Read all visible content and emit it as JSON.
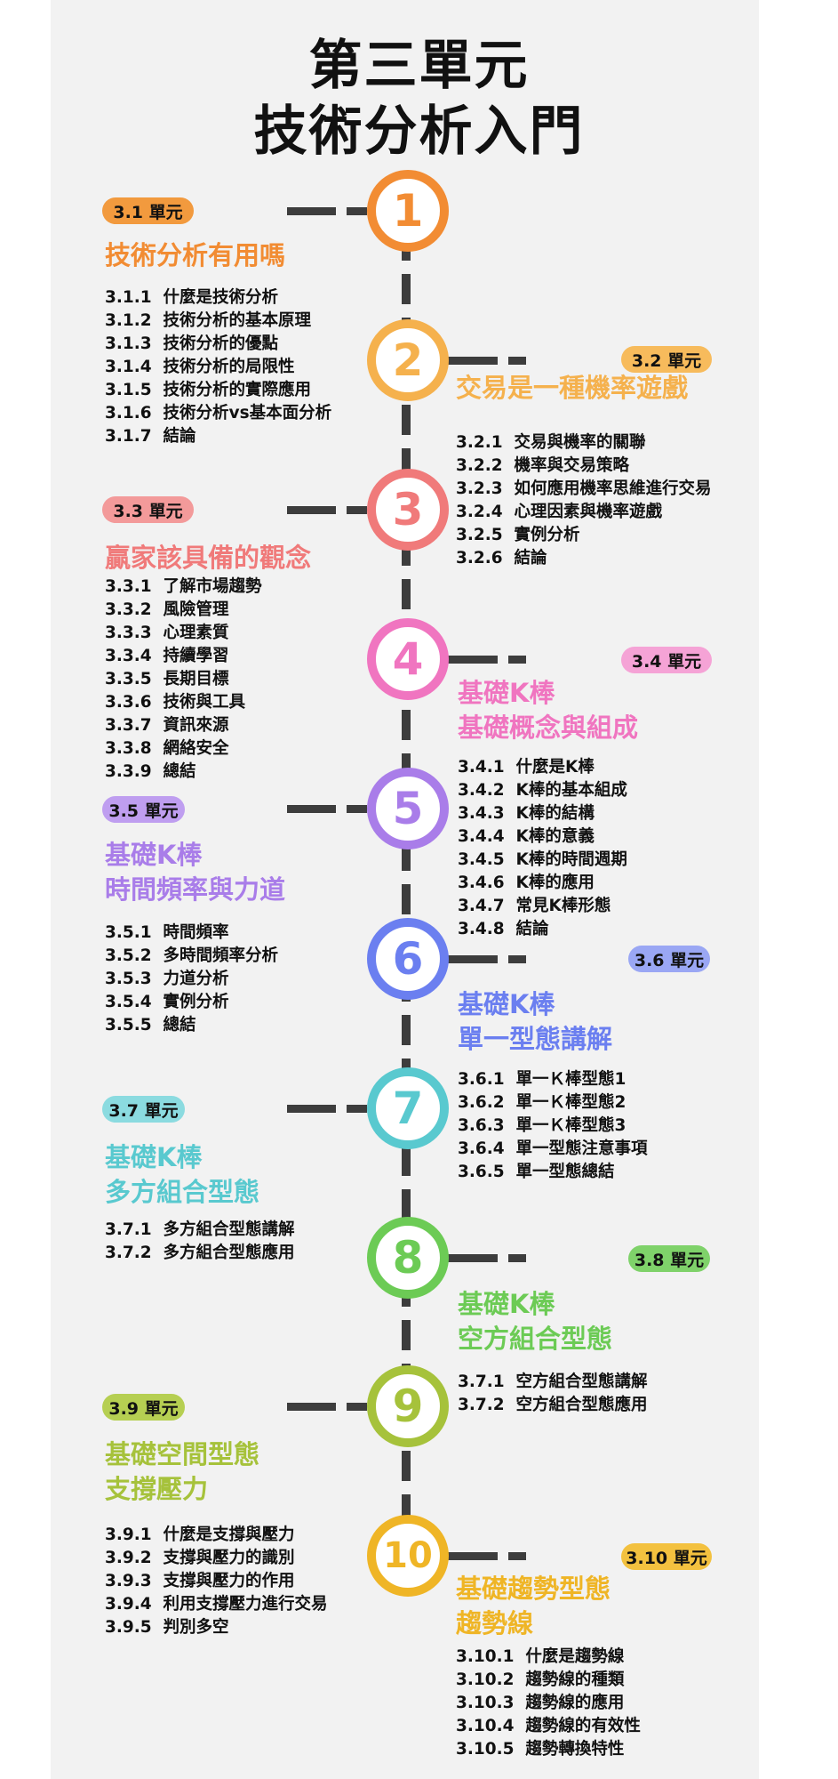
{
  "title_line1": "第三單元",
  "title_line2": "技術分析入門",
  "units": [
    {
      "number": "1",
      "badge": "3.1 單元",
      "heading": [
        "技術分析有用嗎"
      ],
      "color": "#f28c33",
      "badge_color": "#f29a3e",
      "items": [
        "3.1.1  什麼是技術分析",
        "3.1.2  技術分析的基本原理",
        "3.1.3  技術分析的優點",
        "3.1.4  技術分析的局限性",
        "3.1.5  技術分析的實際應用",
        "3.1.6  技術分析vs基本面分析",
        "3.1.7  結論"
      ]
    },
    {
      "number": "2",
      "badge": "3.2 單元",
      "heading": [
        "交易是一種機率遊戲"
      ],
      "color": "#f5b14d",
      "badge_color": "#f7bb5c",
      "items": [
        "3.2.1  交易與機率的關聯",
        "3.2.2  機率與交易策略",
        "3.2.3  如何應用機率思維進行交易",
        "3.2.4  心理因素與機率遊戲",
        "3.2.5  實例分析",
        "3.2.6  結論"
      ]
    },
    {
      "number": "3",
      "badge": "3.3 單元",
      "heading": [
        "贏家該具備的觀念"
      ],
      "color": "#f07a7a",
      "badge_color": "#f39a9a",
      "items": [
        "3.3.1  了解市場趨勢",
        "3.3.2  風險管理",
        "3.3.3  心理素質",
        "3.3.4  持續學習",
        "3.3.5  長期目標",
        "3.3.6  技術與工具",
        "3.3.7  資訊來源",
        "3.3.8  網絡安全",
        "3.3.9  總結"
      ]
    },
    {
      "number": "4",
      "badge": "3.4 單元",
      "heading": [
        "基礎K棒",
        "基礎概念與組成"
      ],
      "color": "#f075c0",
      "badge_color": "#f5a3d6",
      "items": [
        "3.4.1  什麼是K棒",
        "3.4.2  K棒的基本組成",
        "3.4.3  K棒的結構",
        "3.4.4  K棒的意義",
        "3.4.5  K棒的時間週期",
        "3.4.6  K棒的應用",
        "3.4.7  常見K棒形態",
        "3.4.8  結論"
      ]
    },
    {
      "number": "5",
      "badge": "3.5 單元",
      "heading": [
        "基礎K棒",
        "時間頻率與力道"
      ],
      "color": "#a97de9",
      "badge_color": "#bf9ef0",
      "items": [
        "3.5.1  時間頻率",
        "3.5.2  多時間頻率分析",
        "3.5.3  力道分析",
        "3.5.4  實例分析",
        "3.5.5  總結"
      ]
    },
    {
      "number": "6",
      "badge": "3.6 單元",
      "heading": [
        "基礎K棒",
        "單一型態講解"
      ],
      "color": "#6b7ff0",
      "badge_color": "#9aa7f4",
      "items": [
        "3.6.1  單一Ｋ棒型態1",
        "3.6.2  單一Ｋ棒型態2",
        "3.6.3  單一Ｋ棒型態3",
        "3.6.4  單一型態注意事項",
        "3.6.5  單一型態總結"
      ]
    },
    {
      "number": "7",
      "badge": "3.7 單元",
      "heading": [
        "基礎K棒",
        "多方組合型態"
      ],
      "color": "#59c9cf",
      "badge_color": "#8bdbe0",
      "items": [
        "3.7.1  多方組合型態講解",
        "3.7.2  多方組合型態應用"
      ]
    },
    {
      "number": "8",
      "badge": "3.8 單元",
      "heading": [
        "基礎K棒",
        "空方組合型態"
      ],
      "color": "#6ccb55",
      "badge_color": "#7fd26a",
      "items": [
        "3.7.1  空方組合型態講解",
        "3.7.2  空方組合型態應用"
      ]
    },
    {
      "number": "9",
      "badge": "3.9 單元",
      "heading": [
        "基礎空間型態",
        "支撐壓力"
      ],
      "color": "#a6c23b",
      "badge_color": "#b6cf52",
      "items": [
        "3.9.1  什麼是支撐與壓力",
        "3.9.2  支撐與壓力的識別",
        "3.9.3  支撐與壓力的作用",
        "3.9.4  利用支撐壓力進行交易",
        "3.9.5  判別多空"
      ]
    },
    {
      "number": "10",
      "badge": "3.10 單元",
      "heading": [
        "基礎趨勢型態",
        "趨勢線"
      ],
      "color": "#efb526",
      "badge_color": "#f3c13f",
      "items": [
        "3.10.1  什麼是趨勢線",
        "3.10.2  趨勢線的種類",
        "3.10.3  趨勢線的應用",
        "3.10.4  趨勢線的有效性",
        "3.10.5  趨勢轉換特性"
      ]
    }
  ]
}
